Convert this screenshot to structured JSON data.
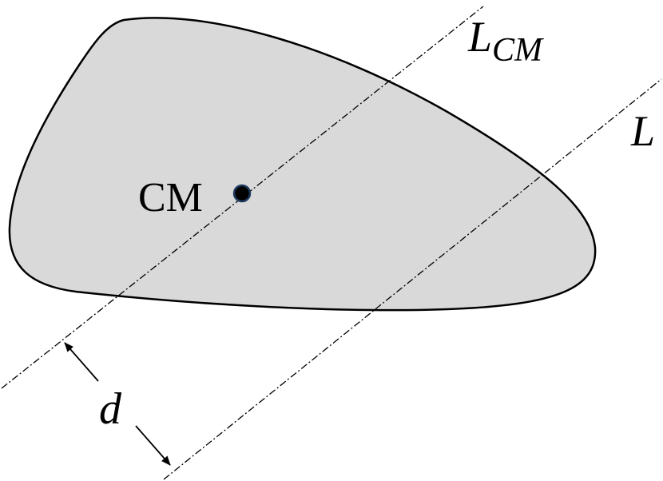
{
  "diagram": {
    "labels": {
      "center_of_mass": "CM",
      "axis_cm_main": "L",
      "axis_cm_sub": "CM",
      "axis_parallel": "L",
      "distance": "d"
    },
    "colors": {
      "body_fill": "#d9d9d9",
      "body_stroke": "#000000",
      "cm_point_fill": "#000000",
      "cm_point_ring": "#1f3a5f",
      "axis_line": "#000000"
    }
  }
}
